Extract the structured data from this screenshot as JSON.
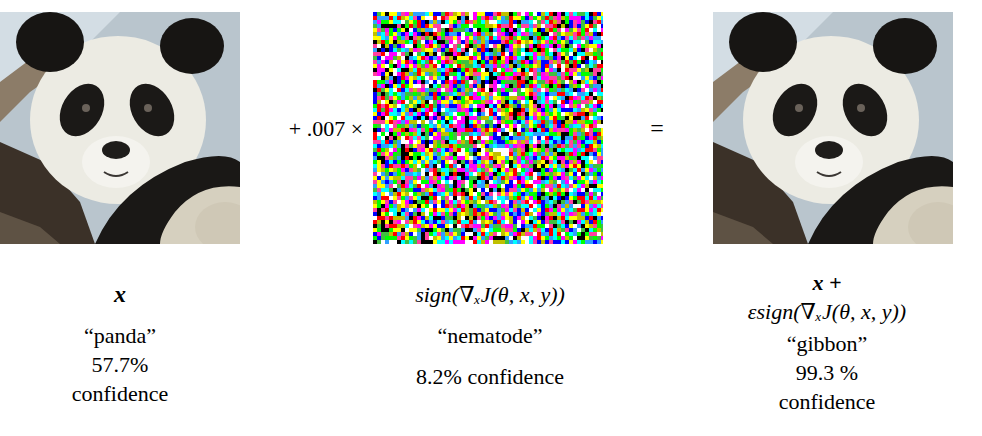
{
  "diagram": {
    "labels": [
      "+ .007 ×",
      "=",
      "x",
      "“panda” 57.7% confidence",
      "sign(∇ₓJ(θ, x, y))",
      "“nematode”",
      "8.2% confidence",
      "x +",
      "εsign(∇ₓJ(θ, x, y))",
      "“gibbon” 99.3 % confidence"
    ]
  }
}
